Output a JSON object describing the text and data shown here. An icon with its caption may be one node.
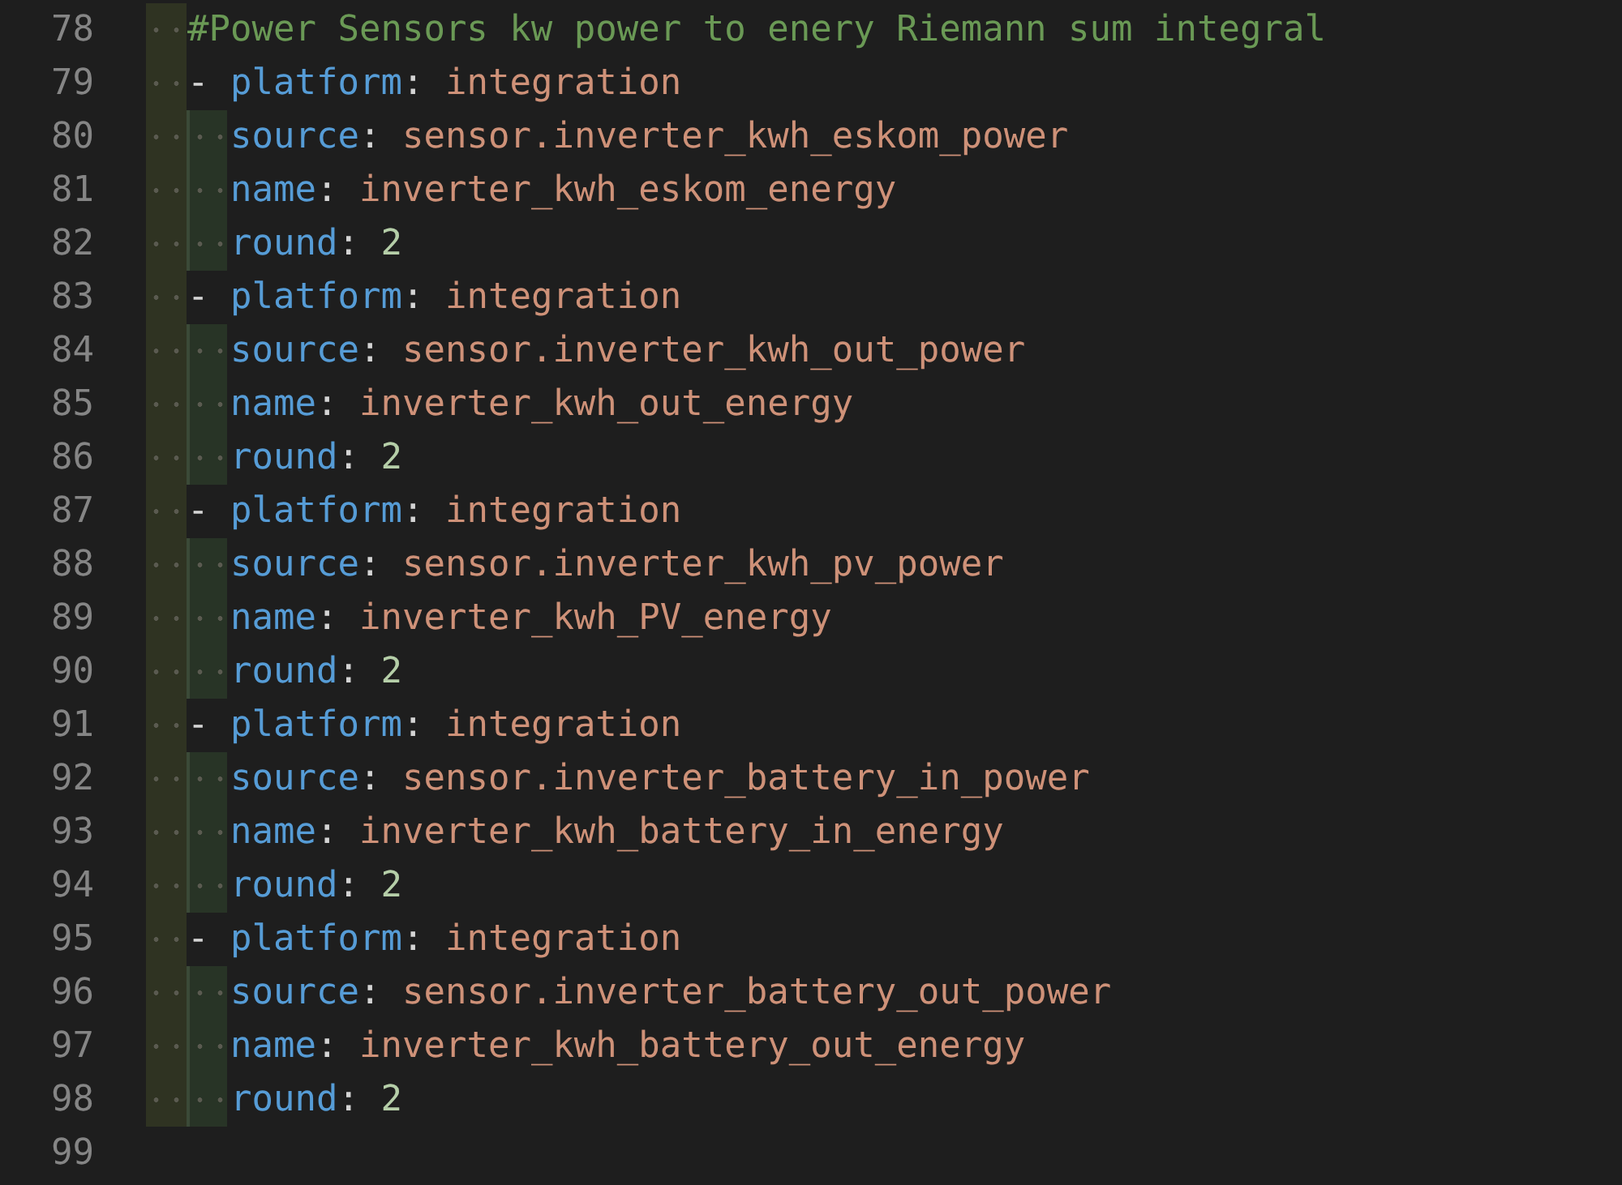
{
  "diagram": {
    "labels": [
      "78",
      "#Power Sensors kw power to enery Riemann sum integral",
      "79",
      "- platform: integration",
      "80",
      "source: sensor.inverter_kwh_eskom_power",
      "81",
      "name: inverter_kwh_eskom_energy",
      "82",
      "round: 2",
      "83",
      "- platform: integration",
      "84",
      "source: sensor.inverter_kwh_out_power",
      "85",
      "name: inverter_kwh_out_energy",
      "86",
      "round: 2",
      "87",
      "- platform: integration",
      "88",
      "source: sensor.inverter_kwh_pv_power",
      "89",
      "name: inverter_kwh_PV_energy",
      "90",
      "round: 2",
      "91",
      "- platform: integration",
      "92",
      "source: sensor.inverter_battery_in_power",
      "93",
      "name: inverter_kwh_battery_in_energy",
      "94",
      "round: 2",
      "95",
      "- platform: integration",
      "96",
      "source: sensor.inverter_battery_out_power",
      "97",
      "name: inverter_kwh_battery_out_energy",
      "98",
      "round: 2",
      "99"
    ]
  }
}
